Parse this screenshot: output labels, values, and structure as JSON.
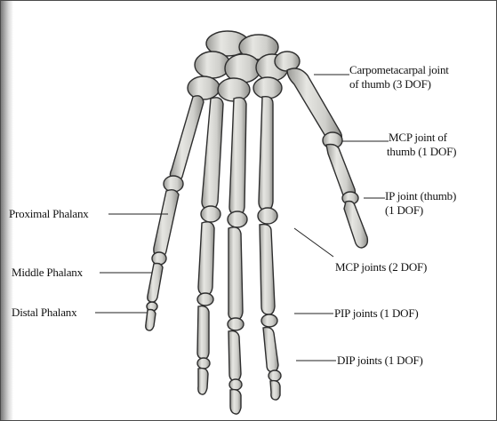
{
  "labels": {
    "carpometacarpal": [
      "Carpometacarpal joint",
      "of thumb (3 DOF)"
    ],
    "mcp_thumb": [
      "MCP joint of",
      "thumb (1 DOF)"
    ],
    "ip_thumb": [
      "IP joint (thumb)",
      "(1 DOF)"
    ],
    "proximal_phalanx": "Proximal Phalanx",
    "middle_phalanx": "Middle Phalanx",
    "distal_phalanx": "Distal Phalanx",
    "mcp_joints": "MCP joints (2 DOF)",
    "pip_joints": "PIP joints (1 DOF)",
    "dip_joints": "DIP joints (1 DOF)"
  },
  "colors": {
    "bone_fill": "#d9d9d6",
    "bone_stroke": "#2e2e2e",
    "leader": "#222222"
  }
}
